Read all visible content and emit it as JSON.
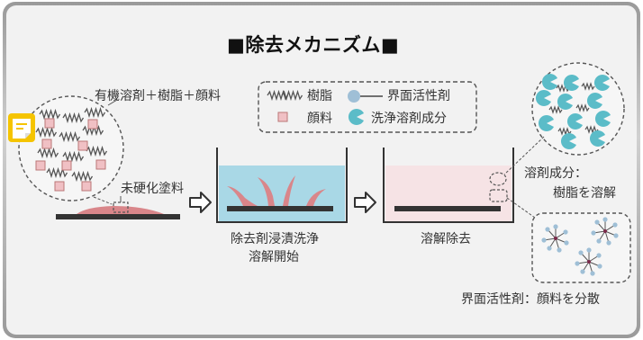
{
  "title": "■除去メカニズム■",
  "legend": {
    "resin": "樹脂",
    "surfactant": "界面活性剤",
    "pigment": "顔料",
    "solvent_component": "洗浄溶剤成分"
  },
  "labels": {
    "mixture": "有機溶剤＋樹脂＋顔料",
    "uncured": "未硬化塗料",
    "step2_line1": "除去剤浸漬洗浄",
    "step2_line2": "溶解開始",
    "step3": "溶解除去",
    "solvent_line1": "溶剤成分：",
    "solvent_line2": "樹脂を溶解",
    "surfactant_role": "界面活性剤：顔料を分散"
  },
  "colors": {
    "accent_badge": "#f5c400",
    "bath_blue": "#a9d8e6",
    "bath_pink": "#f6e3e5",
    "paint": "#d9868a",
    "pigment": "#f0c0c4",
    "solvent_component": "#5bbcc8",
    "surfactant": "#9fbfd6"
  },
  "icons": {
    "badge": "note-icon",
    "arrow": "right-arrow-icon"
  }
}
